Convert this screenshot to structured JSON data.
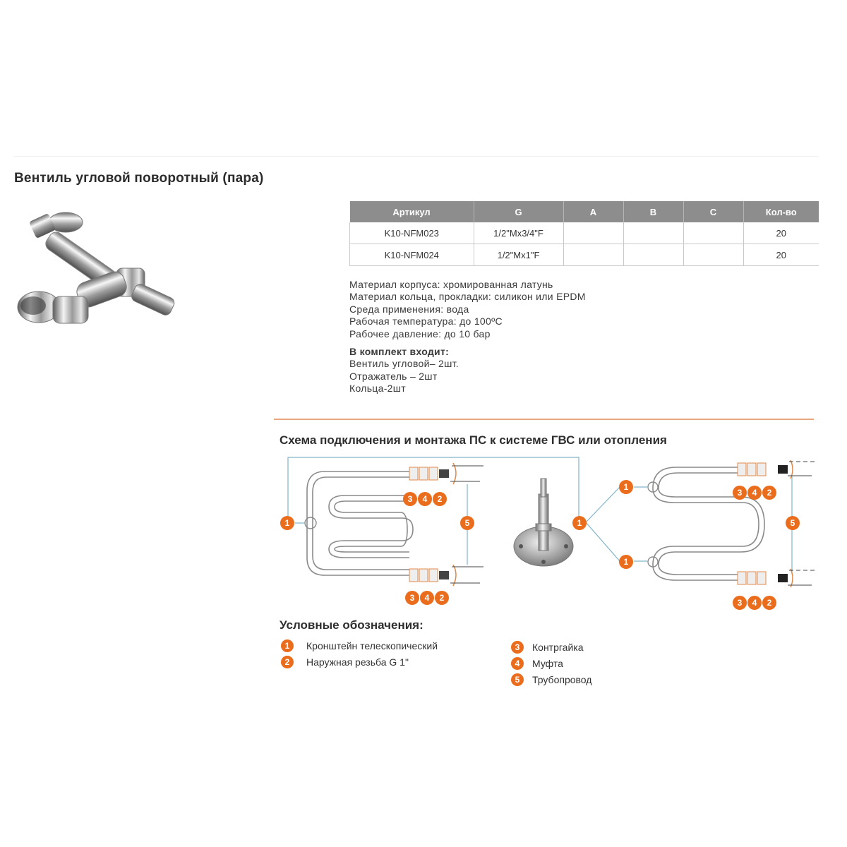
{
  "title": "Вентиль угловой поворотный (пара)",
  "table": {
    "headers": [
      "Артикул",
      "G",
      "A",
      "B",
      "C",
      "Кол-во"
    ],
    "rows": [
      [
        "K10-NFM023",
        "1/2\"Мх3/4\"F",
        "",
        "",
        "",
        "20"
      ],
      [
        "K10-NFM024",
        "1/2\"Мх1\"F",
        "",
        "",
        "",
        "20"
      ]
    ]
  },
  "specs": [
    "Материал корпуса: хромированная латунь",
    "Материал кольца, прокладки: силикон или EPDM",
    "Среда применения: вода",
    "Рабочая температура: до 100ºС",
    "Рабочее давление: до 10 бар"
  ],
  "kit": {
    "title": "В комплект входит:",
    "items": [
      "Вентиль угловой– 2шт.",
      "Отражатель – 2шт",
      "Кольца-2шт"
    ]
  },
  "scheme_title": "Схема подключения и монтажа ПС к системе ГВС или отопления",
  "legend": {
    "title": "Условные обозначения:",
    "items": [
      {
        "num": "1",
        "label": "Кронштейн телескопический"
      },
      {
        "num": "2",
        "label": "Наружная резьба G 1\""
      },
      {
        "num": "3",
        "label": "Контргайка"
      },
      {
        "num": "4",
        "label": "Муфта"
      },
      {
        "num": "5",
        "label": "Трубопровод"
      }
    ]
  },
  "colors": {
    "accent": "#ea6d1e",
    "table_header": "#8d8d8d",
    "divider": "#e8a77f",
    "line": "#7fb4c8"
  },
  "icons": [
    "angle-valve-photo",
    "telescopic-bracket-icon"
  ]
}
